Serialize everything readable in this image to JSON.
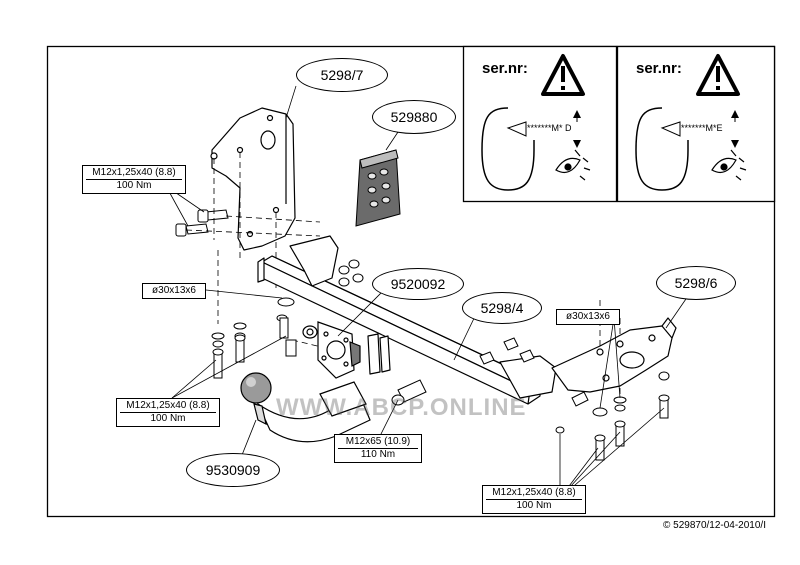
{
  "parts": {
    "bracket_left": "5298/7",
    "bracket_right": "5298/6",
    "crossbar": "5298/4",
    "socket_plate": "9520092",
    "tow_ball": "9530909",
    "electrical_kit": "529880"
  },
  "fasteners": {
    "bolt_left_top": {
      "spec": "M12x1,25x40 (8.8)",
      "torque": "100 Nm"
    },
    "washer_left": "ø30x13x6",
    "washer_right": "ø30x13x6",
    "bolt_left_bottom": {
      "spec": "M12x1,25x40 (8.8)",
      "torque": "100 Nm"
    },
    "bolt_center": {
      "spec": "M12x65 (10.9)",
      "torque": "110 Nm"
    },
    "bolt_right": {
      "spec": "M12x1,25x40 (8.8)",
      "torque": "100 Nm"
    }
  },
  "serial_panels": [
    {
      "label": "ser.nr:",
      "code": "*******M* D"
    },
    {
      "label": "ser.nr:",
      "code": "*******M*E"
    }
  ],
  "watermark": "WWW.ABCP.ONLINE",
  "footer": "© 529870/12-04-2010/I"
}
